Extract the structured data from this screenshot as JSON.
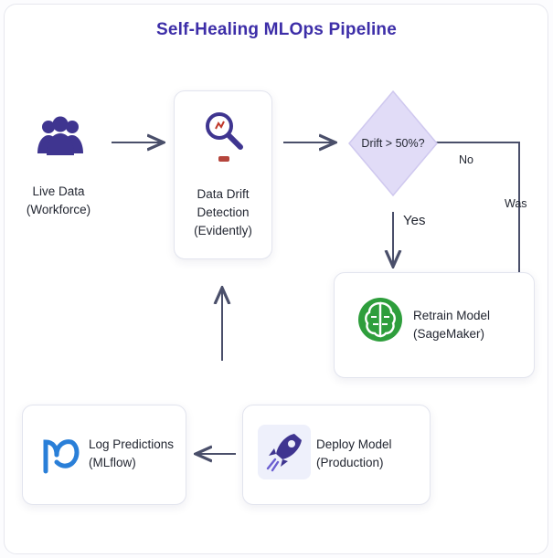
{
  "title": "Self-Healing MLOps Pipeline",
  "nodes": {
    "live_data": {
      "line1": "Live Data",
      "line2": "(Workforce)",
      "icon": "people-icon"
    },
    "drift_detection": {
      "line1": "Data Drift",
      "line2": "Detection",
      "line3": "(Evidently)",
      "icon": "magnifier-icon"
    },
    "decision": {
      "text": "Drift > 50%?"
    },
    "retrain": {
      "line1": "Retrain Model",
      "line2": "(SageMaker)",
      "icon": "brain-icon"
    },
    "deploy": {
      "line1": "Deploy Model",
      "line2": "(Production)",
      "icon": "rocket-icon"
    },
    "log": {
      "line1": "Log Predictions",
      "line2": "(MLflow)",
      "icon": "mlflow-icon"
    }
  },
  "edges": {
    "yes_label": "Yes",
    "no_label": "No",
    "no_label_2": "Was"
  },
  "colors": {
    "title": "#3d2ea8",
    "primary": "#3f3590",
    "arrow": "#4a4f6a",
    "diamond": "#e1dcf7",
    "brain": "#2e9e3c",
    "mlflow": "#2a7fd8"
  }
}
